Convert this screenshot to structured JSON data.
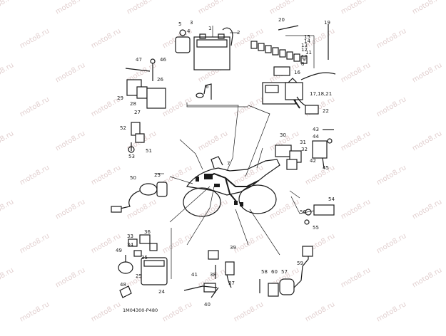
{
  "diagram": {
    "watermark": "moto8.ru",
    "code": "1M04300-P480",
    "callouts": [
      "1",
      "2",
      "3",
      "4",
      "5",
      "6",
      "7",
      "8",
      "9",
      "10",
      "11",
      "12",
      "13",
      "14",
      "15",
      "16",
      "17,18,21",
      "19",
      "20",
      "22",
      "23",
      "24",
      "25",
      "26",
      "27",
      "28",
      "29",
      "30",
      "31",
      "32",
      "33",
      "34",
      "35",
      "36",
      "37",
      "38",
      "39",
      "40",
      "41",
      "42",
      "43",
      "44",
      "45",
      "46",
      "47",
      "48",
      "49",
      "50",
      "51",
      "52",
      "53",
      "54",
      "55",
      "56",
      "57",
      "58",
      "59",
      "60"
    ]
  }
}
